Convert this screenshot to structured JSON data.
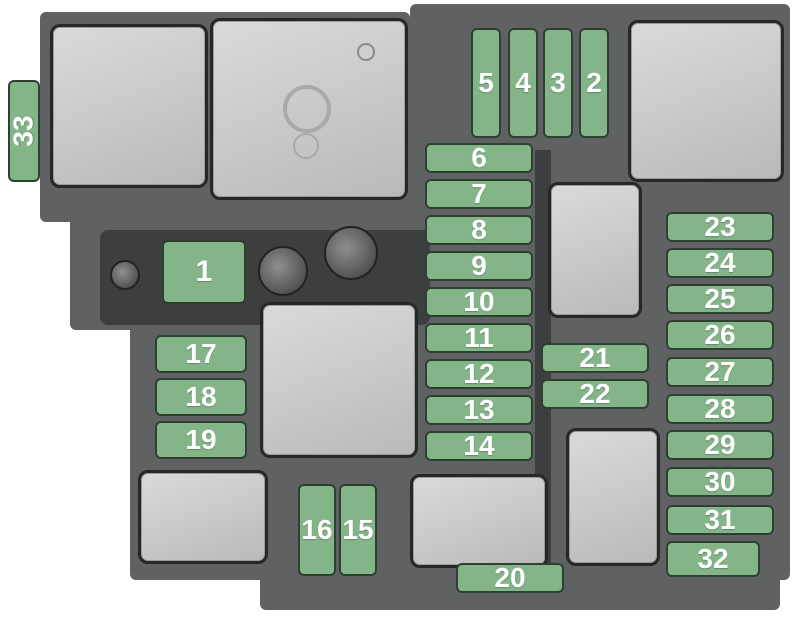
{
  "fuse_colors": {
    "fill": "#84b589",
    "border": "#2e4032",
    "text": "#ffffff"
  },
  "fuses": {
    "f1": "1",
    "f2": "2",
    "f3": "3",
    "f4": "4",
    "f5": "5",
    "f6": "6",
    "f7": "7",
    "f8": "8",
    "f9": "9",
    "f10": "10",
    "f11": "11",
    "f12": "12",
    "f13": "13",
    "f14": "14",
    "f15": "15",
    "f16": "16",
    "f17": "17",
    "f18": "18",
    "f19": "19",
    "f20": "20",
    "f21": "21",
    "f22": "22",
    "f23": "23",
    "f24": "24",
    "f25": "25",
    "f26": "26",
    "f27": "27",
    "f28": "28",
    "f29": "29",
    "f30": "30",
    "f31": "31",
    "f32": "32",
    "f33": "33"
  }
}
